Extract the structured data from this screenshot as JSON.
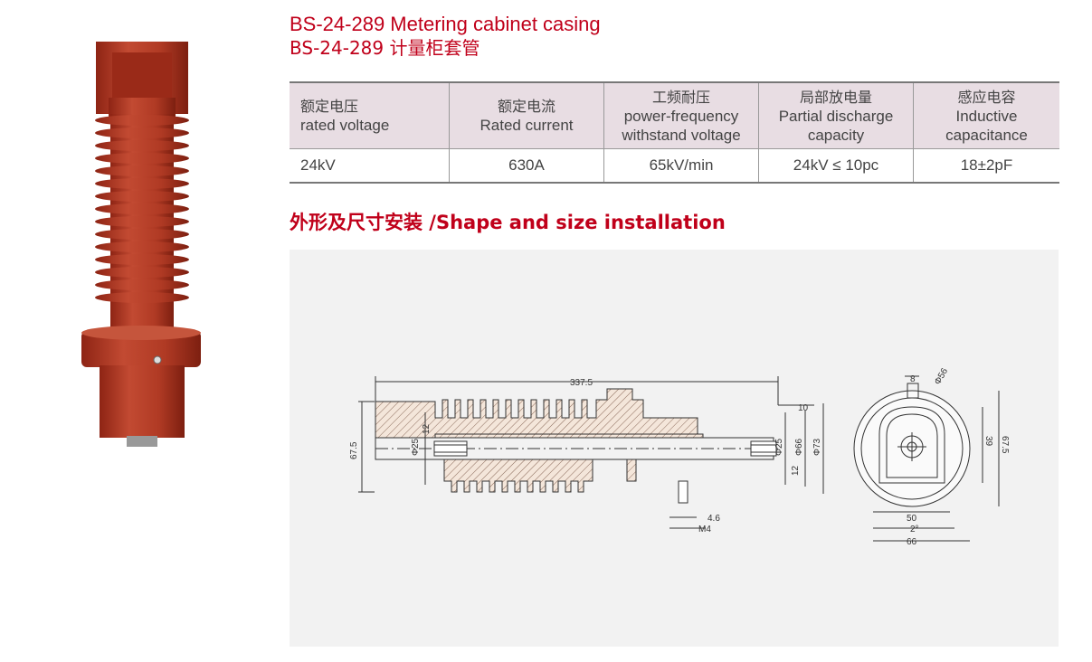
{
  "title": {
    "en": "BS-24-289 Metering cabinet casing",
    "cn": "BS-24-289 计量柜套管"
  },
  "specs": {
    "headers": [
      {
        "cn": "额定电压",
        "en": "rated voltage"
      },
      {
        "cn": "额定电流",
        "en": "Rated current"
      },
      {
        "cn": "工频耐压",
        "en": "power-frequency withstand voltage"
      },
      {
        "cn": "局部放电量",
        "en": "Partial discharge capacity"
      },
      {
        "cn": "感应电容",
        "en": "Inductive capacitance"
      }
    ],
    "values": [
      "24kV",
      "630A",
      "65kV/min",
      "24kV ≤ 10pc",
      "18±2pF"
    ]
  },
  "section": {
    "heading": "外形及尺寸安装 /Shape and size installation"
  },
  "drawing": {
    "side": {
      "length": "337.5",
      "height": "67.5",
      "d_left": "Φ25",
      "d_left_depth": "12",
      "d_right": "Φ25",
      "d_right_depth": "12",
      "d_mid": "Φ66",
      "d_outer": "Φ73",
      "flange": "10",
      "hole": "4.6",
      "thread": "M4"
    },
    "end": {
      "slot": "8",
      "outer": "Φ56",
      "inner_h": "39",
      "height": "67.5",
      "width_inner": "50",
      "angle": "2°",
      "width_outer": "66"
    }
  },
  "colors": {
    "accent": "#c0001a",
    "insulator": "#b53a26",
    "table_header": "#e8dde3"
  }
}
